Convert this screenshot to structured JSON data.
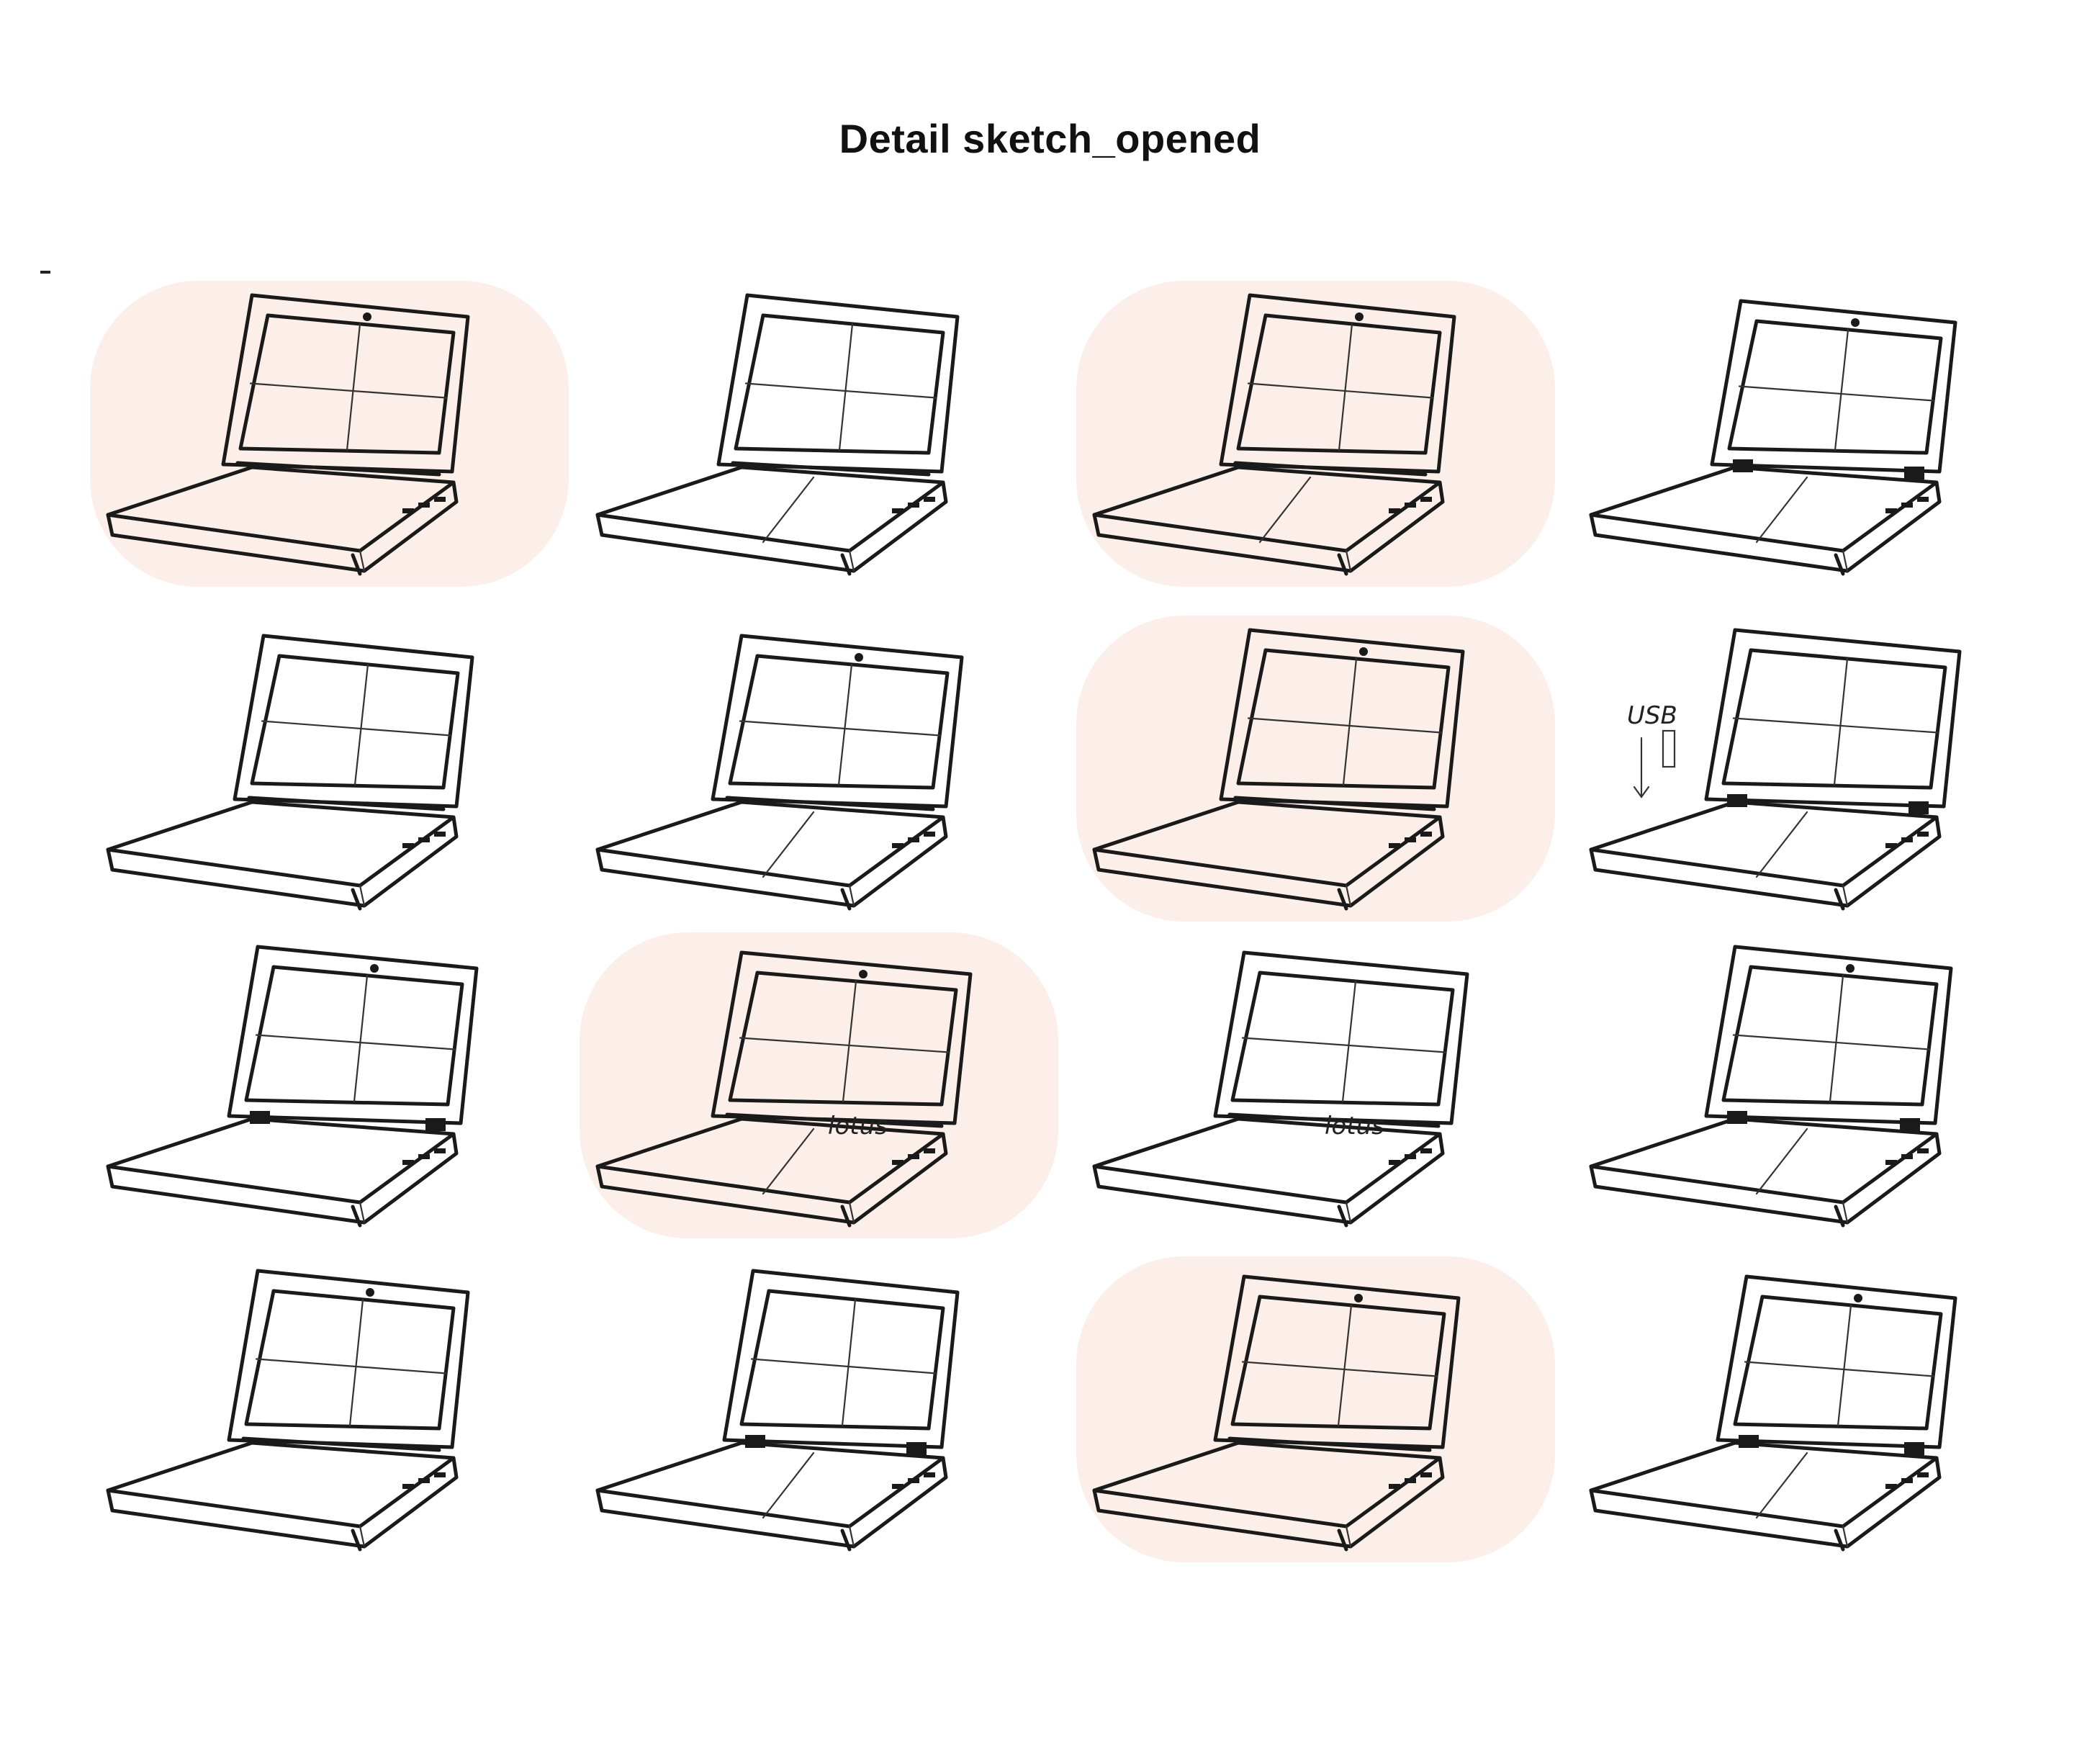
{
  "page": {
    "title": "Detail sketch_opened"
  },
  "colors": {
    "background": "#ffffff",
    "highlight": "#fcefe9",
    "ink": "#1a1a1a"
  },
  "sketches": [
    {
      "id": "r1c1",
      "highlighted": true,
      "note": "",
      "logo": ""
    },
    {
      "id": "r1c2",
      "highlighted": false,
      "note": "",
      "logo": ""
    },
    {
      "id": "r1c3",
      "highlighted": true,
      "note": "",
      "logo": ""
    },
    {
      "id": "r1c4",
      "highlighted": false,
      "note": "",
      "logo": ""
    },
    {
      "id": "r2c1",
      "highlighted": false,
      "note": "",
      "logo": ""
    },
    {
      "id": "r2c2",
      "highlighted": false,
      "note": "",
      "logo": ""
    },
    {
      "id": "r2c3",
      "highlighted": true,
      "note": "",
      "logo": ""
    },
    {
      "id": "r2c4",
      "highlighted": false,
      "note": "USB",
      "logo": ""
    },
    {
      "id": "r3c1",
      "highlighted": false,
      "note": "",
      "logo": ""
    },
    {
      "id": "r3c2",
      "highlighted": true,
      "note": "",
      "logo": "lotus"
    },
    {
      "id": "r3c3",
      "highlighted": false,
      "note": "",
      "logo": "lotus"
    },
    {
      "id": "r3c4",
      "highlighted": false,
      "note": "",
      "logo": ""
    },
    {
      "id": "r4c1",
      "highlighted": false,
      "note": "",
      "logo": ""
    },
    {
      "id": "r4c2",
      "highlighted": false,
      "note": "",
      "logo": ""
    },
    {
      "id": "r4c3",
      "highlighted": true,
      "note": "",
      "logo": ""
    },
    {
      "id": "r4c4",
      "highlighted": false,
      "note": "",
      "logo": ""
    }
  ]
}
